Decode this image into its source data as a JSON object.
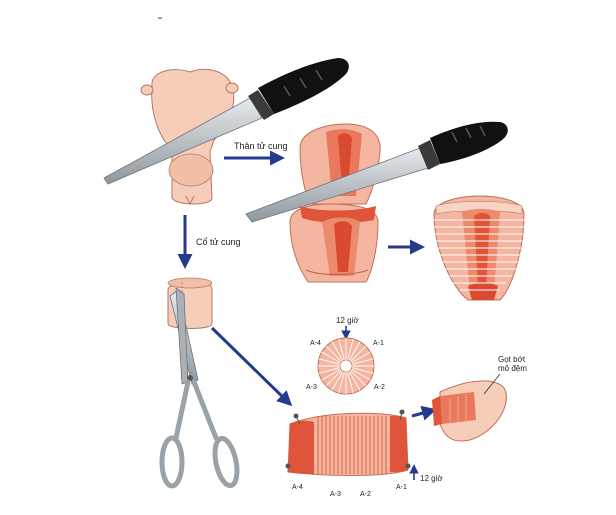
{
  "labels": {
    "than_tu_cung": "Thân tử cung",
    "co_tu_cung": "Cổ tử cung",
    "twelve_top": "12 giờ",
    "twelve_bottom": "12 giờ",
    "gat_bot_line1": "Gọt bớt",
    "gat_bot_line2": "mô đệm"
  },
  "clock_positions": {
    "a1": "A-1",
    "a2": "A-2",
    "a3": "A-3",
    "a4": "A-4"
  },
  "strip_positions": {
    "a1": "A-1",
    "a2": "A-2",
    "a3": "A-3",
    "a4": "A-4"
  },
  "colors": {
    "tissue_light": "#f6c7b4",
    "tissue_mid": "#ec8a6c",
    "tissue_dark": "#e0543a",
    "arrow_blue": "#243a8c",
    "knife_blade": "#b9c0c6",
    "knife_handle": "#111111"
  },
  "icons": {
    "knife": "knife-icon",
    "scissors": "scissors-icon",
    "arrow": "arrow-icon"
  }
}
